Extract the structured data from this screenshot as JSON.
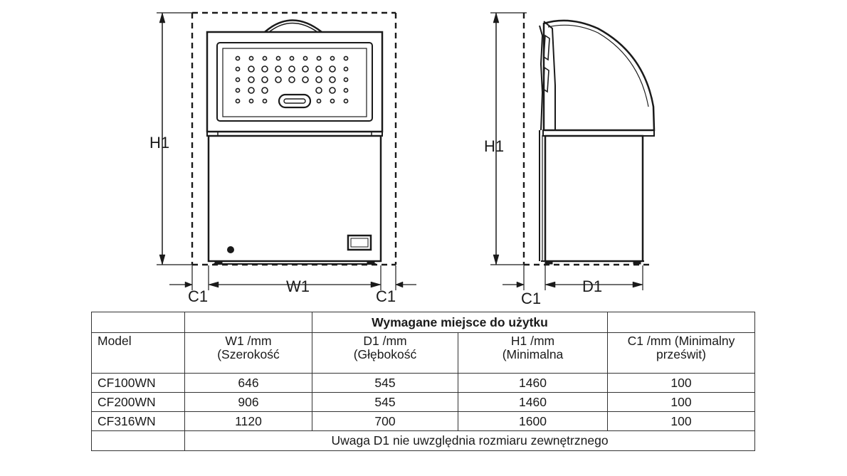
{
  "diagram": {
    "front_labels": {
      "height": "H1",
      "width": "W1",
      "clearance_left": "C1",
      "clearance_right": "C1"
    },
    "side_labels": {
      "height": "H1",
      "depth": "D1",
      "clearance": "C1"
    }
  },
  "table": {
    "title": "Wymagane miejsce do użytku",
    "headers": {
      "model": "Model",
      "w1": "W1 /mm",
      "w1_sub": "(Szerokość",
      "d1": "D1 /mm",
      "d1_sub": "(Głębokość",
      "h1": "H1 /mm",
      "h1_sub": "(Minimalna",
      "c1": "C1 /mm (Minimalny prześwit)"
    },
    "rows": [
      {
        "model": "CF100WN",
        "w1": "646",
        "d1": "545",
        "h1": "1460",
        "c1": "100"
      },
      {
        "model": "CF200WN",
        "w1": "906",
        "d1": "545",
        "h1": "1460",
        "c1": "100"
      },
      {
        "model": "CF316WN",
        "w1": "1120",
        "d1": "700",
        "h1": "1600",
        "c1": "100"
      }
    ],
    "note": "Uwaga D1 nie uwzględnia rozmiaru zewnętrznego"
  },
  "colors": {
    "line": "#1a1a1a",
    "background": "#ffffff"
  }
}
